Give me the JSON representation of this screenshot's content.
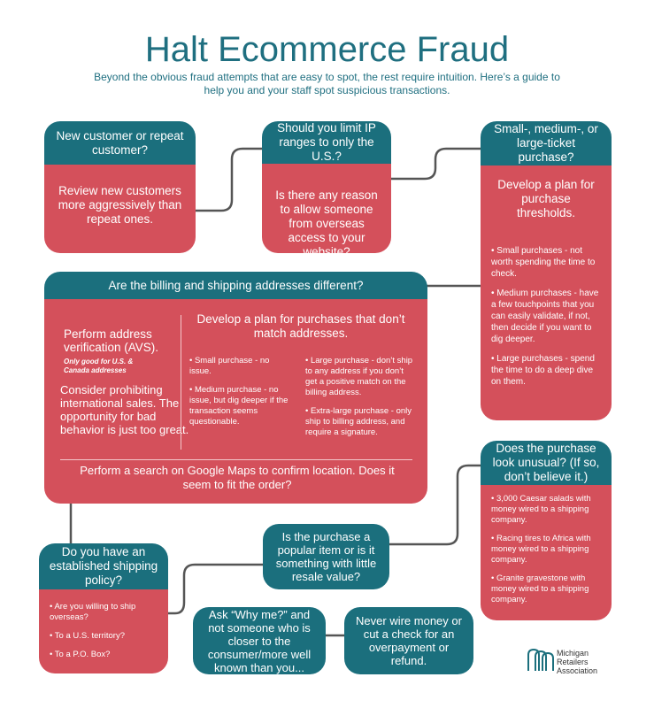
{
  "title": "Halt Ecommerce Fraud",
  "subtitle": "Beyond the obvious fraud attempts that are easy to spot, the rest require intuition. Here’s a guide to help you and your staff spot suspicious transactions.",
  "box1": {
    "header": "New customer or repeat customer?",
    "body": "Review new customers more aggressively than repeat ones."
  },
  "box2": {
    "header": "Should you limit IP ranges to only the U.S.?",
    "body": "Is there any reason to allow someone from overseas access to your website?"
  },
  "box3": {
    "header": "Small-, medium-, or large-ticket purchase?",
    "body_title": "Develop a plan for purchase thresholds.",
    "items": [
      "• Small purchases - not worth spending the time to check.",
      "• Medium purchases -  have a few touchpoints that you can easily validate, if not, then decide if you want to dig deeper.",
      "• Large purchases - spend the time to do a deep dive on them."
    ]
  },
  "box4": {
    "header": "Are the billing and shipping addresses different?",
    "avs_title": "Perform address verification (AVS).",
    "avs_note": "Only good for U.S. & Canada addresses",
    "intl": "Consider prohibiting international sales. The opportunity for bad behavior is just too great.",
    "plan_title": "Develop a plan for purchases that don’t match addresses.",
    "left_items": [
      "• Small purchase - no issue.",
      "• Medium purchase - no issue, but dig deeper if the transaction seems questionable."
    ],
    "right_items": [
      "• Large purchase - don’t ship to any address if you don’t get a positive match on the billing address.",
      "• Extra-large purchase - only ship to billing address, and require a signature."
    ],
    "maps": "Perform a search on Google Maps to confirm location. Does it seem to fit the order?"
  },
  "box5": {
    "header": "Does the purchase look unusual? (If so, don’t believe it.)",
    "items": [
      "• 3,000 Caesar salads with money wired to a shipping company.",
      "• Racing tires to Africa with money wired to a shipping company.",
      "• Granite gravestone with money wired to a shipping company."
    ]
  },
  "box6": {
    "header": "Do you have an established shipping policy?",
    "items": [
      "• Are you willing to ship overseas?",
      "• To a U.S. territory?",
      "• To a P.O. Box?"
    ]
  },
  "pill_popular": "Is the purchase a popular item or is it something with little resale value?",
  "pill_whyme": "Ask “Why me?” and not someone who is closer to the consumer/more well known than you...",
  "pill_wire": "Never wire money or cut a check for an overpayment or refund.",
  "logo": {
    "line1": "Michigan",
    "line2": "Retailers",
    "line3": "Association"
  },
  "colors": {
    "teal": "#1b6f7d",
    "red": "#d4505b",
    "connector": "#555555"
  }
}
